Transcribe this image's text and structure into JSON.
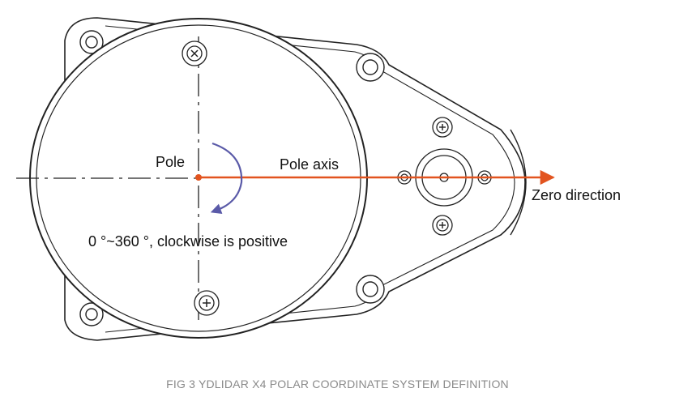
{
  "labels": {
    "pole": "Pole",
    "pole_axis": "Pole axis",
    "zero_direction": "Zero direction",
    "rotation_note": "0 °~360 °, clockwise is positive"
  },
  "caption": "FIG 3 YDLIDAR X4 POLAR COORDINATE SYSTEM DEFINITION",
  "colors": {
    "outline": "#222222",
    "axis_arrow": "#e2541f",
    "rotation_arrow": "#5a5aa8",
    "caption": "#8a8a8a"
  },
  "icons": [
    "screw-x-icon",
    "screw-plus-icon",
    "mount-hole-icon",
    "rotation-arrow-icon",
    "axis-arrow-icon"
  ]
}
